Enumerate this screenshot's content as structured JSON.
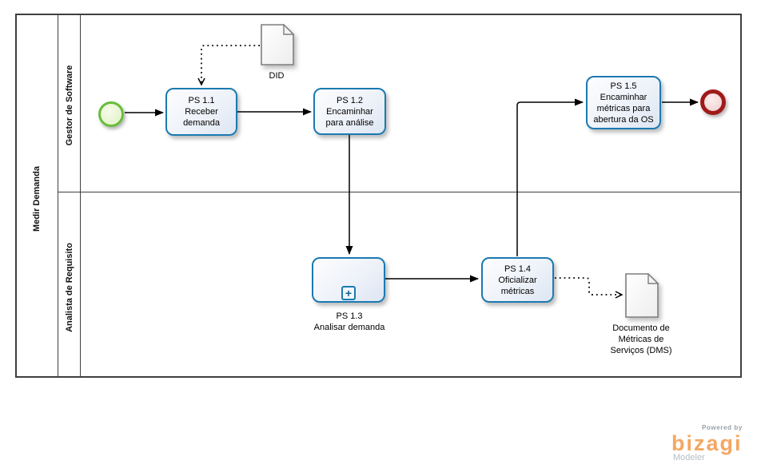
{
  "pool": {
    "label": "Medir Demanda",
    "lanes": [
      {
        "label": "Gestor de Software"
      },
      {
        "label": "Analista de Requisito"
      }
    ]
  },
  "nodes": {
    "ps11": {
      "label": "PS 1.1\nReceber\ndemanda"
    },
    "ps12": {
      "label": "PS 1.2\nEncaminhar\npara análise"
    },
    "ps13": {
      "label": "PS 1.3\nAnalisar demanda"
    },
    "ps14": {
      "label": "PS 1.4\nOficializar\nmétricas"
    },
    "ps15": {
      "label": "PS 1.5\nEncaminhar\nmétricas para\nabertura da OS"
    }
  },
  "documents": {
    "did": {
      "label": "DID"
    },
    "dms": {
      "label": "Documento de\nMétricas de\nServiços (DMS)"
    }
  },
  "icons": {
    "subprocess_plus": "+"
  },
  "branding": {
    "powered_by": "Powered by",
    "brand": "bizagi",
    "product": "Modeler"
  },
  "colors": {
    "task_border": "#1b7ab1",
    "start_border": "#67bd3a",
    "start_fill": "#e9f5d2",
    "end_border": "#a01a1a",
    "end_fill": "#f3d7d7",
    "brand_orange": "#f4a763",
    "pool_border": "#3f3f3f"
  }
}
